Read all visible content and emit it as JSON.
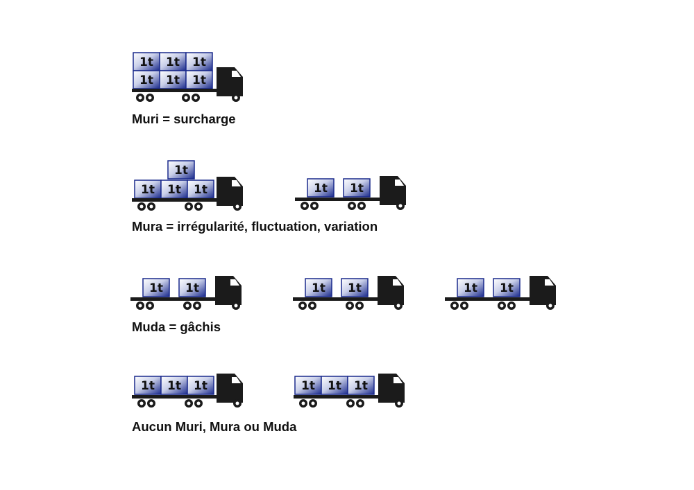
{
  "box_label": "1t",
  "rows": [
    {
      "label": "Muri = surcharge",
      "trucks": [
        {
          "boxes": 6
        }
      ]
    },
    {
      "label": "Mura = irrégularité, fluctuation, variation",
      "trucks": [
        {
          "boxes": 4
        },
        {
          "boxes": 2
        }
      ]
    },
    {
      "label": "Muda = gâchis",
      "trucks": [
        {
          "boxes": 2
        },
        {
          "boxes": 2
        },
        {
          "boxes": 2
        }
      ]
    },
    {
      "label": "Aucun Muri, Mura ou Muda",
      "trucks": [
        {
          "boxes": 3
        },
        {
          "boxes": 3
        }
      ]
    }
  ],
  "colors": {
    "box_dark": "#1a2a8c",
    "box_light": "#ffffff",
    "truck": "#1b1b1b",
    "text": "#111111"
  }
}
